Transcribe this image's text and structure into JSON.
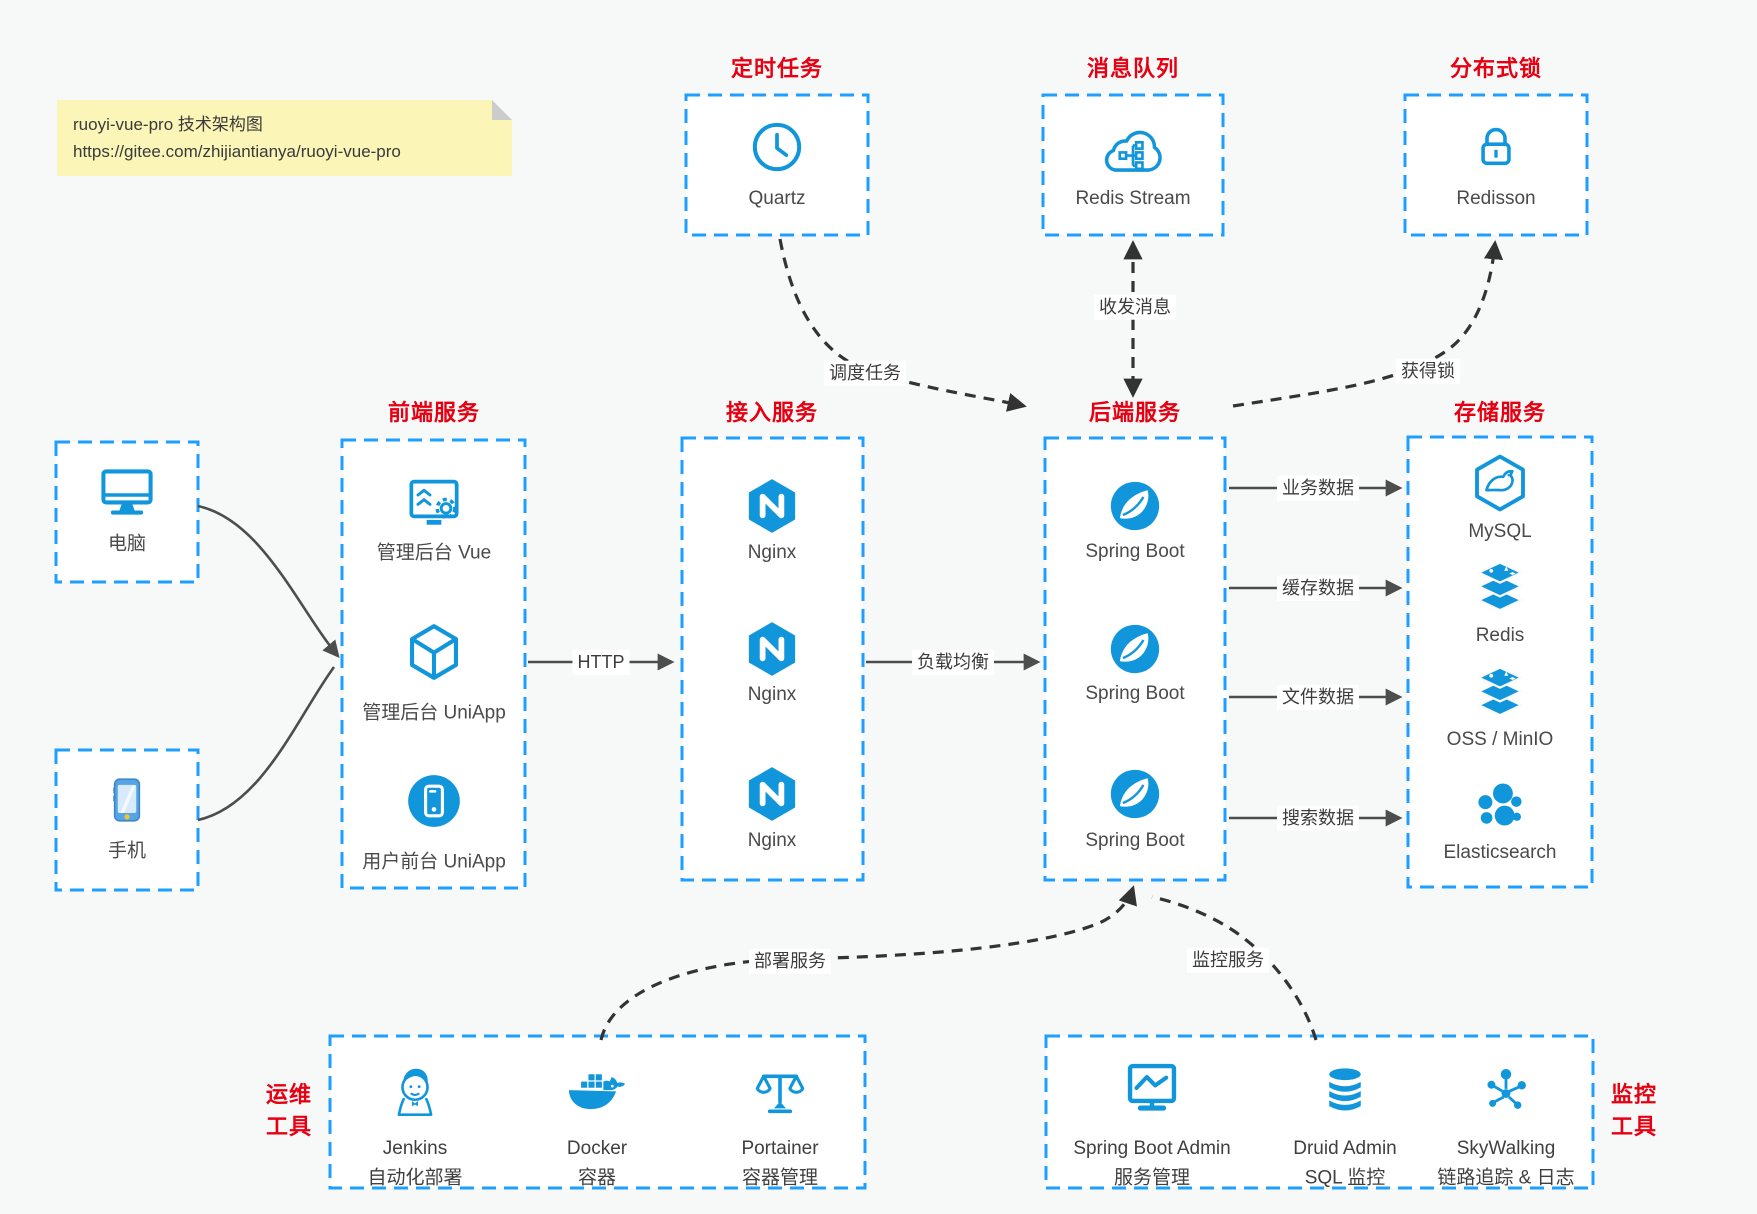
{
  "colors": {
    "accent_blue": "#1296db",
    "border_blue": "#1e9fff",
    "title_red": "#e60012",
    "note_bg": "#fbf5b8",
    "arrow_gray": "#4d4d4d",
    "arrow_black": "#333333",
    "background": "#f7f8f8"
  },
  "note": {
    "line1": "ruoyi-vue-pro 技术架构图",
    "line2": "https://gitee.com/zhijiantianya/ruoyi-vue-pro"
  },
  "top_groups": [
    {
      "title": "定时任务",
      "label": "Quartz",
      "icon": "clock-icon"
    },
    {
      "title": "消息队列",
      "label": "Redis Stream",
      "icon": "cloud-stream-icon"
    },
    {
      "title": "分布式锁",
      "label": "Redisson",
      "icon": "lock-icon"
    }
  ],
  "clients": [
    {
      "label": "电脑",
      "icon": "desktop-icon"
    },
    {
      "label": "手机",
      "icon": "smartphone-icon"
    }
  ],
  "service_groups": [
    {
      "title": "前端服务",
      "items": [
        {
          "label": "管理后台 Vue",
          "icon": "admin-vue-icon"
        },
        {
          "label": "管理后台 UniApp",
          "icon": "uniapp-cube-icon"
        },
        {
          "label": "用户前台 UniApp",
          "icon": "user-uniapp-icon"
        }
      ]
    },
    {
      "title": "接入服务",
      "items": [
        {
          "label": "Nginx",
          "icon": "nginx-icon"
        },
        {
          "label": "Nginx",
          "icon": "nginx-icon"
        },
        {
          "label": "Nginx",
          "icon": "nginx-icon"
        }
      ]
    },
    {
      "title": "后端服务",
      "items": [
        {
          "label": "Spring Boot",
          "icon": "spring-boot-icon"
        },
        {
          "label": "Spring Boot",
          "icon": "spring-boot-icon"
        },
        {
          "label": "Spring Boot",
          "icon": "spring-boot-icon"
        }
      ]
    },
    {
      "title": "存储服务",
      "items": [
        {
          "label": "MySQL",
          "icon": "mysql-icon"
        },
        {
          "label": "Redis",
          "icon": "redis-icon"
        },
        {
          "label": "OSS / MinIO",
          "icon": "oss-minio-icon"
        },
        {
          "label": "Elasticsearch",
          "icon": "elasticsearch-icon"
        }
      ]
    }
  ],
  "bottom_groups": [
    {
      "side": [
        "运维",
        "工具"
      ],
      "items": [
        {
          "name": "Jenkins",
          "desc": "自动化部署",
          "icon": "jenkins-icon"
        },
        {
          "name": "Docker",
          "desc": "容器",
          "icon": "docker-icon"
        },
        {
          "name": "Portainer",
          "desc": "容器管理",
          "icon": "portainer-icon"
        }
      ]
    },
    {
      "side": [
        "监控",
        "工具"
      ],
      "items": [
        {
          "name": "Spring Boot Admin",
          "desc": "服务管理",
          "icon": "spring-boot-admin-icon"
        },
        {
          "name": "Druid Admin",
          "desc": "SQL 监控",
          "icon": "druid-icon"
        },
        {
          "name": "SkyWalking",
          "desc": "链路追踪 & 日志",
          "icon": "skywalking-icon"
        }
      ]
    }
  ],
  "edges": {
    "http": "HTTP",
    "load_balance": "负载均衡",
    "schedule": "调度任务",
    "message": "收发消息",
    "lock": "获得锁",
    "business": "业务数据",
    "cache": "缓存数据",
    "file": "文件数据",
    "search": "搜索数据",
    "deploy": "部署服务",
    "monitor": "监控服务"
  }
}
